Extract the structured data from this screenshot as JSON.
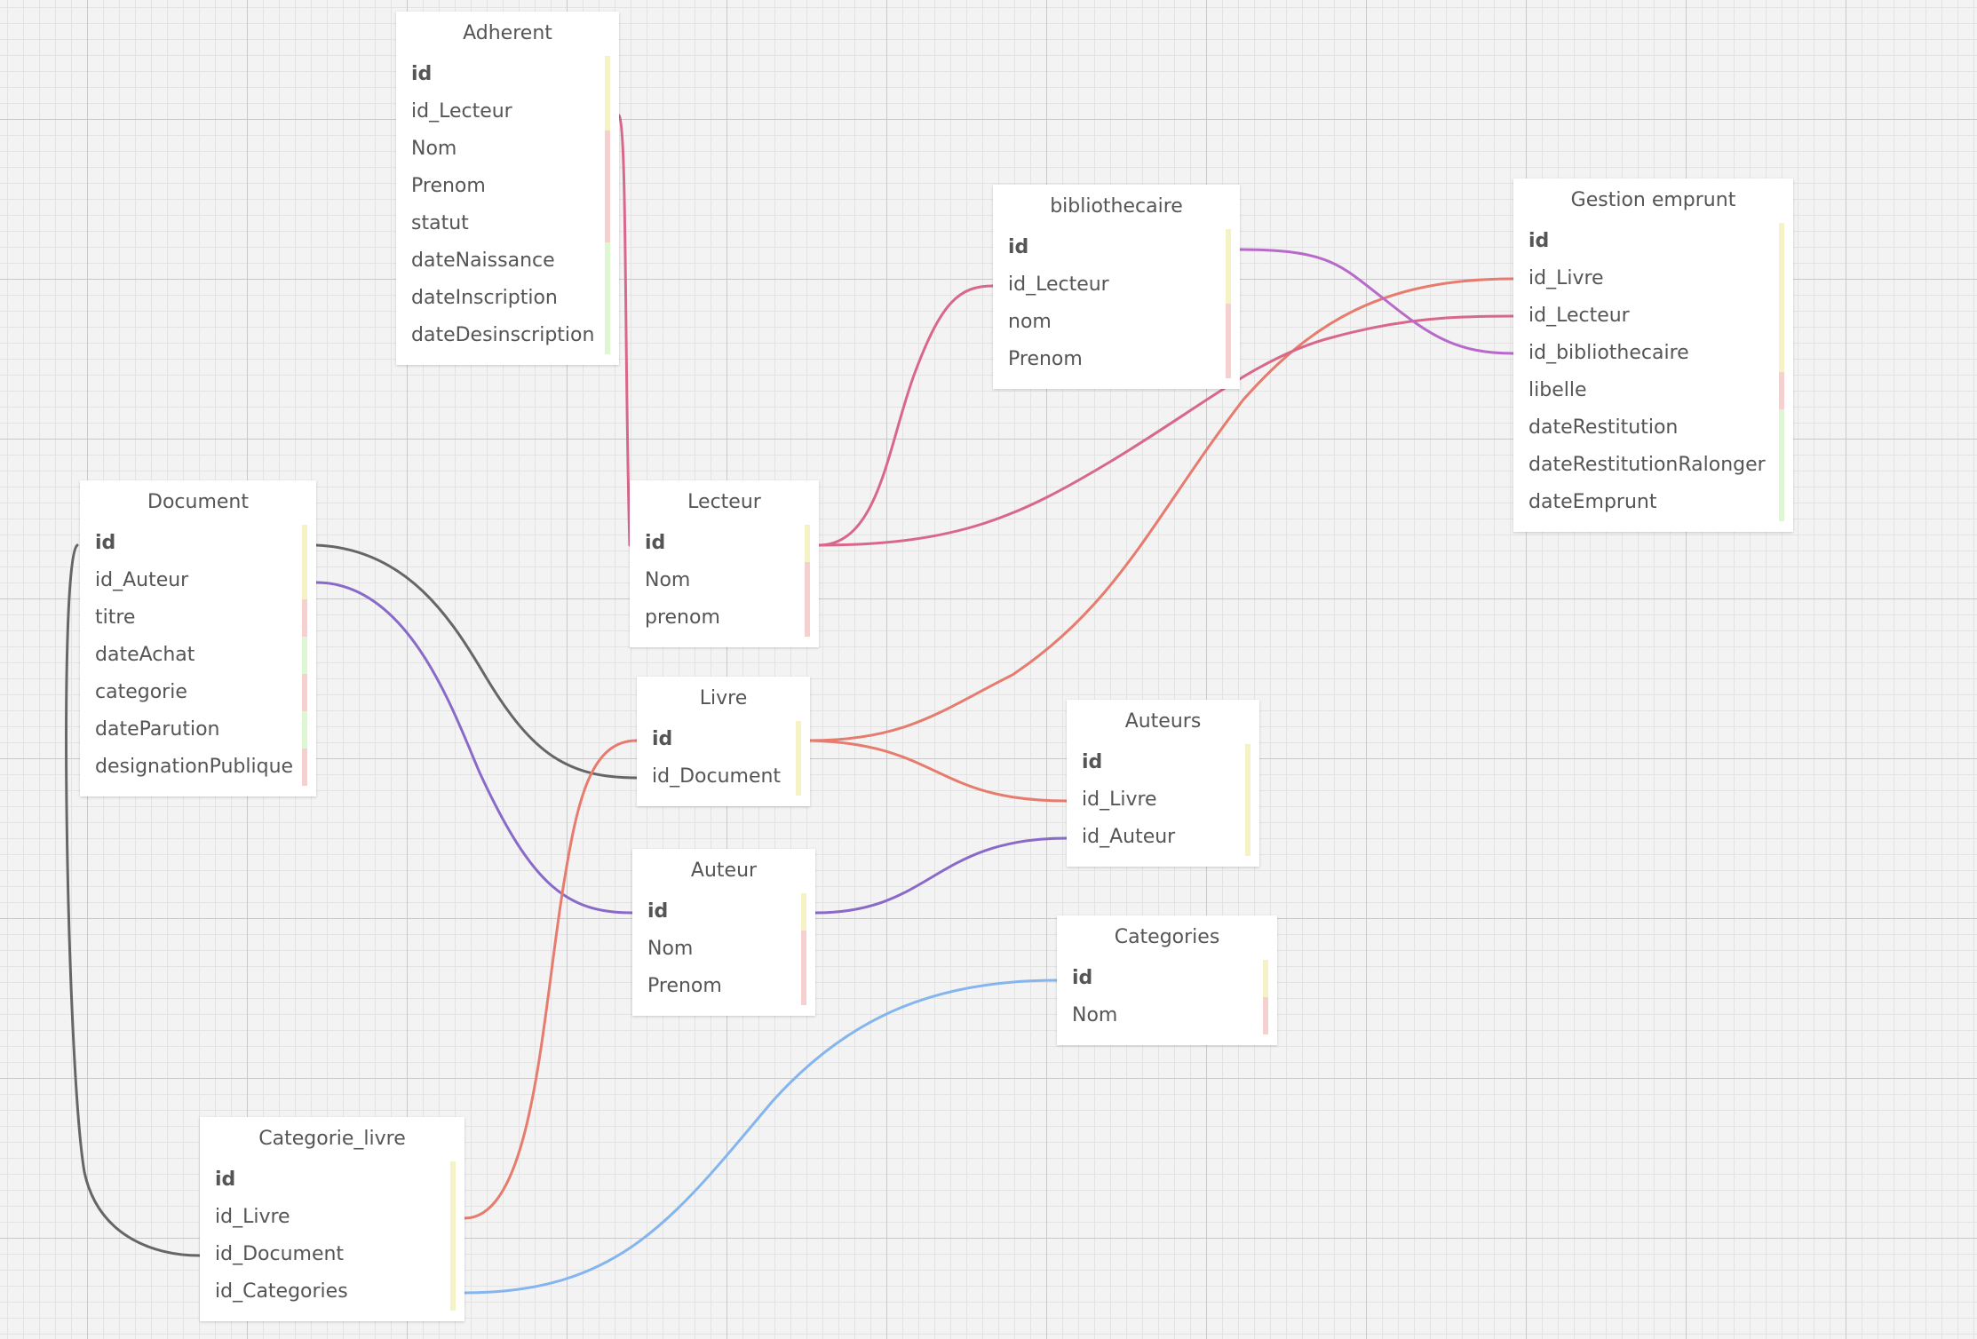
{
  "colors": {
    "key": "#f5f3c5",
    "text": "#f6cfcf",
    "date": "#dcf7d2",
    "link_gray": "#666666",
    "link_purple": "#8a6ac8",
    "link_salmon": "#e67b6e",
    "link_pink": "#d96789",
    "link_violet": "#b76ac9",
    "link_blue": "#85b5ee"
  },
  "tables": {
    "adherent": {
      "title": "Adherent",
      "fields": [
        {
          "name": "id",
          "pk": true,
          "kind": "key"
        },
        {
          "name": "id_Lecteur",
          "kind": "key"
        },
        {
          "name": "Nom",
          "kind": "text"
        },
        {
          "name": "Prenom",
          "kind": "text"
        },
        {
          "name": "statut",
          "kind": "text"
        },
        {
          "name": "dateNaissance",
          "kind": "date"
        },
        {
          "name": "dateInscription",
          "kind": "date"
        },
        {
          "name": "dateDesinscription",
          "kind": "date"
        }
      ]
    },
    "bibliothecaire": {
      "title": "bibliothecaire",
      "fields": [
        {
          "name": "id",
          "pk": true,
          "kind": "key"
        },
        {
          "name": "id_Lecteur",
          "kind": "key"
        },
        {
          "name": "nom",
          "kind": "text"
        },
        {
          "name": "Prenom",
          "kind": "text"
        }
      ]
    },
    "gestion_emprunt": {
      "title": "Gestion emprunt",
      "fields": [
        {
          "name": "id",
          "pk": true,
          "kind": "key"
        },
        {
          "name": "id_Livre",
          "kind": "key"
        },
        {
          "name": "id_Lecteur",
          "kind": "key"
        },
        {
          "name": "id_bibliothecaire",
          "kind": "key"
        },
        {
          "name": "libelle",
          "kind": "text"
        },
        {
          "name": "dateRestitution",
          "kind": "date"
        },
        {
          "name": "dateRestitutionRalonger",
          "kind": "date"
        },
        {
          "name": "dateEmprunt",
          "kind": "date"
        }
      ]
    },
    "document": {
      "title": "Document",
      "fields": [
        {
          "name": "id",
          "pk": true,
          "kind": "key"
        },
        {
          "name": "id_Auteur",
          "kind": "key"
        },
        {
          "name": "titre",
          "kind": "text"
        },
        {
          "name": "dateAchat",
          "kind": "date"
        },
        {
          "name": "categorie",
          "kind": "text"
        },
        {
          "name": "dateParution",
          "kind": "date"
        },
        {
          "name": "designationPublique",
          "kind": "text"
        }
      ]
    },
    "lecteur": {
      "title": "Lecteur",
      "fields": [
        {
          "name": "id",
          "pk": true,
          "kind": "key"
        },
        {
          "name": "Nom",
          "kind": "text"
        },
        {
          "name": "prenom",
          "kind": "text"
        }
      ]
    },
    "livre": {
      "title": "Livre",
      "fields": [
        {
          "name": "id",
          "pk": true,
          "kind": "key"
        },
        {
          "name": "id_Document",
          "kind": "key"
        }
      ]
    },
    "auteurs": {
      "title": "Auteurs",
      "fields": [
        {
          "name": "id",
          "pk": true,
          "kind": "key"
        },
        {
          "name": "id_Livre",
          "kind": "key"
        },
        {
          "name": "id_Auteur",
          "kind": "key"
        }
      ]
    },
    "auteur": {
      "title": "Auteur",
      "fields": [
        {
          "name": "id",
          "pk": true,
          "kind": "key"
        },
        {
          "name": "Nom",
          "kind": "text"
        },
        {
          "name": "Prenom",
          "kind": "text"
        }
      ]
    },
    "categories": {
      "title": "Categories",
      "fields": [
        {
          "name": "id",
          "pk": true,
          "kind": "key"
        },
        {
          "name": "Nom",
          "kind": "text"
        }
      ]
    },
    "categorie_livre": {
      "title": "Categorie_livre",
      "fields": [
        {
          "name": "id",
          "pk": true,
          "kind": "key"
        },
        {
          "name": "id_Livre",
          "kind": "key"
        },
        {
          "name": "id_Document",
          "kind": "key"
        },
        {
          "name": "id_Categories",
          "kind": "key"
        }
      ]
    }
  }
}
